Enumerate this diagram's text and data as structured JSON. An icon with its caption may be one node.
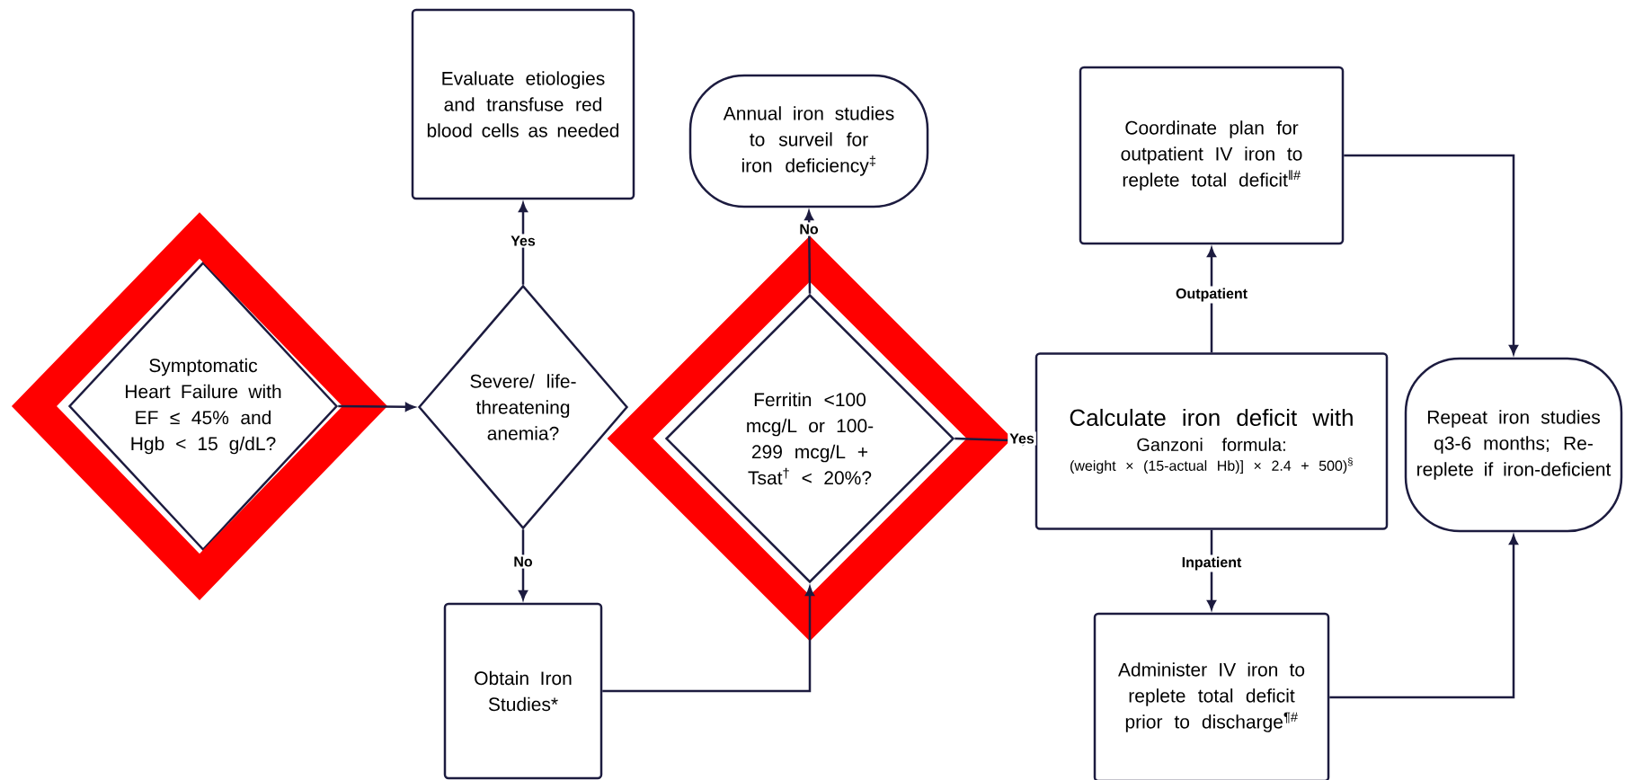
{
  "diagram": {
    "nodes": [
      {
        "text": [
          "Symptomatic Heart Failure with EF ≤ 45% and Hgb < 15 g/dL?"
        ]
      },
      {
        "text": [
          "Evaluate etiologies and transfuse red blood cells as needed"
        ]
      },
      {
        "text": [
          "Severe/ life-threatening anemia?"
        ]
      },
      {
        "text": [
          "Obtain Iron Studies*"
        ]
      },
      {
        "text": [
          "Annual iron studies to surveil for iron deficiency$^{‡}$"
        ]
      },
      {
        "text": [
          "Ferritin <100 mcg/L or 100-299 mcg/L + Tsat$^{†}$ < 20%?"
        ]
      },
      {
        "text": [
          "Coordinate plan for outpatient IV iron to replete total deficit$^{‖#}$"
        ]
      },
      {
        "text": [
          "Calculate iron deficit with",
          "Ganzoni formula:",
          "(weight × (15-actual Hb)] × 2.4 + 500)$^{§}$"
        ]
      },
      {
        "text": [
          "Administer IV iron to replete total deficit prior to discharge$^{¶#}$"
        ]
      },
      {
        "text": [
          "Repeat iron studies q3-6 months; Re-replete if iron-deficient"
        ]
      }
    ],
    "edges": [
      {
        "from": 0,
        "to": 2,
        "arrow": "to"
      },
      {
        "from": 2,
        "to": 1,
        "arrow": "to",
        "label": "Yes"
      },
      {
        "from": 2,
        "to": 3,
        "arrow": "to",
        "label": "No"
      },
      {
        "from": 3,
        "to": 5,
        "arrow": "to"
      },
      {
        "from": 5,
        "to": 4,
        "arrow": "to",
        "label": "No"
      },
      {
        "from": 5,
        "to": 7,
        "arrow": "to",
        "label": "Yes"
      },
      {
        "from": 7,
        "to": 6,
        "arrow": "to",
        "label": "Outpatient"
      },
      {
        "from": 7,
        "to": 8,
        "arrow": "to",
        "label": "Inpatient"
      },
      {
        "from": 6,
        "to": 9,
        "arrow": "to"
      },
      {
        "from": 8,
        "to": 9,
        "arrow": "to"
      }
    ]
  }
}
